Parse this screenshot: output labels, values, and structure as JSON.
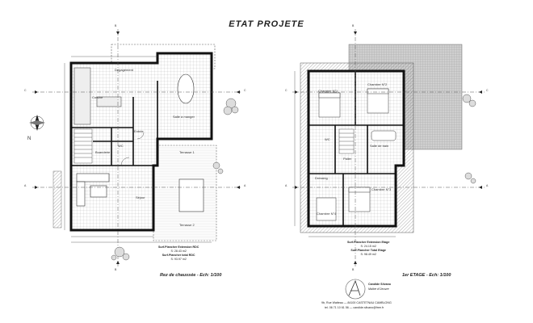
{
  "header": {
    "title": "ETAT PROJETE"
  },
  "plans": [
    {
      "caption": "Rez de chaussée - Ech: 1/100",
      "rooms": {
        "cuisine": "Cuisine",
        "salle_manger": "Salle à manger",
        "sejour": "Séjour",
        "wc": "WC",
        "buanderie": "Buanderie",
        "terrasse1": "Terrasse 1",
        "terrasse2": "Terrasse 2",
        "degagement": "Dégagement",
        "entree": "Entrée"
      },
      "surface_ext_label": "Surf.Plancher Extension RDC",
      "surface_ext_value": "S: 28.43 m2",
      "surface_total_label": "Surf.Plancher total RDC",
      "surface_total_value": "S: 93.97 m2"
    },
    {
      "caption": "1er ETAGE - Ech: 1/100",
      "rooms": {
        "chambre1": "Chambre N°1",
        "chambre2": "Chambre N°2",
        "chambre3": "Chambre N°3",
        "chambre4": "Chambre N°4",
        "sdb": "Salle de bain",
        "palier": "Palier",
        "wc": "WC",
        "dressing": "Dressing"
      },
      "surface_ext_label": "Surf.Plancher Extension Etage",
      "surface_ext_value": "S: 24.15 m2",
      "surface_total_label": "Surf.Plancher Total Etage",
      "surface_total_value": "S: 98.49 m2"
    }
  ],
  "markers": {
    "section_a": "A",
    "section_b": "B",
    "section_c": "C",
    "north": "N"
  },
  "architect": {
    "name": "Candide Silvano",
    "role": "Maître d'Oeuvre",
    "address": "9b, Rue Watteau — 84100 CASTETNAU CAMBLONG",
    "contact": "tel. 06 71 10 61 56 — candide.silvano@free.fr"
  },
  "icons": [
    "compass-rose-icon",
    "tree-icon",
    "architect-logo-icon"
  ]
}
